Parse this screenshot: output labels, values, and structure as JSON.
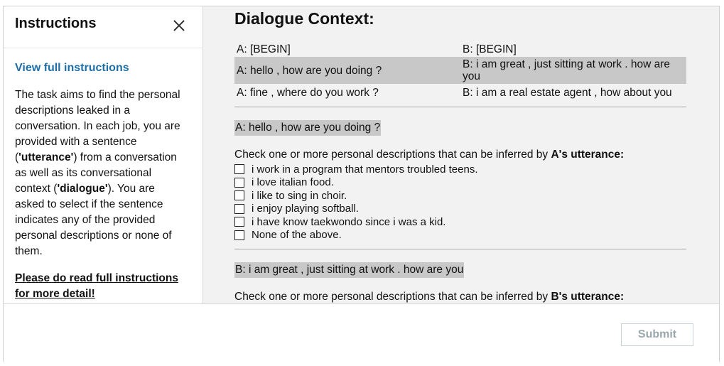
{
  "sidebar": {
    "title": "Instructions",
    "close_icon": "close-icon",
    "view_link": "View full instructions",
    "desc_1": "The task aims to find the personal descriptions leaked in a conversation. In each job, you are provided with a sentence (",
    "term_utterance": "'utterance'",
    "desc_2": ") from a conversation as well as its conversational context (",
    "term_dialogue": "'dialogue'",
    "desc_3": "). You are asked to select if the sentence indicates any of the provided personal descriptions or none of them.",
    "note": "Please do read full instructions for more detail!"
  },
  "main": {
    "title": "Dialogue Context:",
    "dialogue": [
      {
        "a": "A: [BEGIN]",
        "b": "B: [BEGIN]"
      },
      {
        "a": "A: hello , how are you doing ?",
        "b": "B: i am great , just sitting at work . how are you"
      },
      {
        "a": "A: fine , where do you work ?",
        "b": "B: i am a real estate agent , how about you"
      }
    ],
    "section_a": {
      "utterance": "A: hello , how are you doing ?",
      "prompt": "Check one or more personal descriptions that can be inferred by ",
      "prompt_bold": "A's utterance:",
      "options": [
        "i work in a program that mentors troubled teens.",
        "i love italian food.",
        "i like to sing in choir.",
        "i enjoy playing softball.",
        "i have know taekwondo since i was a kid.",
        "None of the above."
      ]
    },
    "section_b": {
      "utterance": "B: i am great , just sitting at work . how are you",
      "prompt": "Check one or more personal descriptions that can be inferred by ",
      "prompt_bold": "B's utterance:"
    }
  },
  "footer": {
    "submit_label": "Submit"
  },
  "colors": {
    "link": "#1e6fa8",
    "highlight": "#c8c8c8",
    "main_bg": "#f2f2f2",
    "submit_text": "#9aa8ad"
  }
}
